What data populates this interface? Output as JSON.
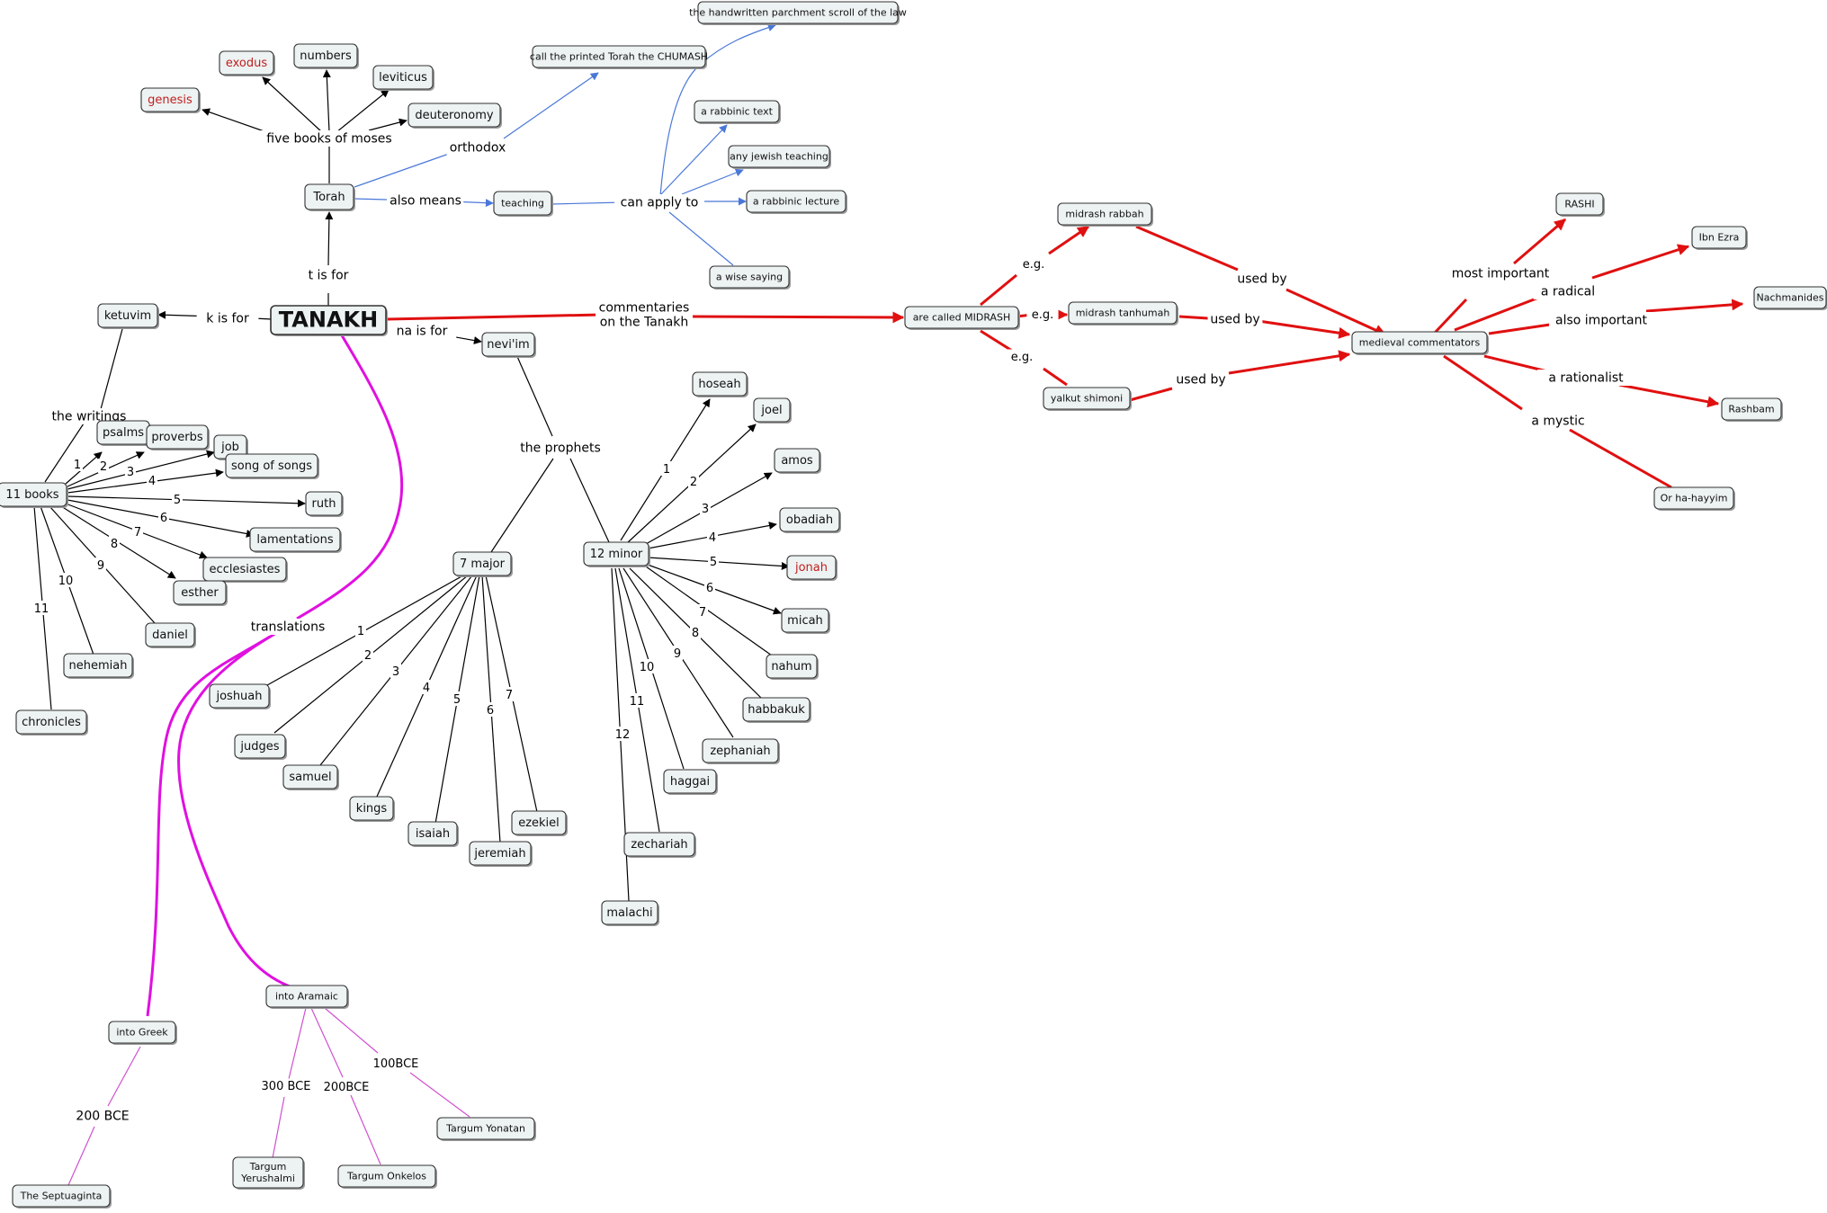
{
  "nodes": [
    {
      "id": "tanakh",
      "label": "TANAKH",
      "kind": "main"
    },
    {
      "id": "torah",
      "label": "Torah"
    },
    {
      "id": "ketuvim",
      "label": "ketuvim"
    },
    {
      "id": "neviim",
      "label": "nevi'im"
    },
    {
      "id": "exodus",
      "label": "exodus",
      "red": true
    },
    {
      "id": "genesis",
      "label": "genesis",
      "red": true
    },
    {
      "id": "numbers",
      "label": "numbers"
    },
    {
      "id": "leviticus",
      "label": "leviticus"
    },
    {
      "id": "deuteronomy",
      "label": "deuteronomy"
    },
    {
      "id": "teaching",
      "label": "teaching",
      "kind": "small"
    },
    {
      "id": "chumash",
      "label": "call the printed Torah the CHUMASH",
      "kind": "small"
    },
    {
      "id": "scroll",
      "label": "the handwritten parchment scroll of the law",
      "kind": "small"
    },
    {
      "id": "rabbinic-text",
      "label": "a rabbinic text",
      "kind": "small"
    },
    {
      "id": "jewish-teaching",
      "label": "any jewish teaching",
      "kind": "small"
    },
    {
      "id": "rabbinic-lecture",
      "label": "a rabbinic lecture",
      "kind": "small"
    },
    {
      "id": "wise-saying",
      "label": "a wise saying",
      "kind": "small"
    },
    {
      "id": "11-books",
      "label": "11 books"
    },
    {
      "id": "psalms",
      "label": "psalms"
    },
    {
      "id": "proverbs",
      "label": "proverbs"
    },
    {
      "id": "job",
      "label": "job"
    },
    {
      "id": "song-of-songs",
      "label": "song of songs"
    },
    {
      "id": "ruth",
      "label": "ruth"
    },
    {
      "id": "lamentations",
      "label": "lamentations"
    },
    {
      "id": "ecclesiastes",
      "label": "ecclesiastes"
    },
    {
      "id": "esther",
      "label": "esther"
    },
    {
      "id": "daniel",
      "label": "daniel"
    },
    {
      "id": "nehemiah",
      "label": "nehemiah"
    },
    {
      "id": "chronicles",
      "label": "chronicles"
    },
    {
      "id": "7-major",
      "label": "7 major"
    },
    {
      "id": "12-minor",
      "label": "12 minor"
    },
    {
      "id": "joshuah",
      "label": "joshuah"
    },
    {
      "id": "judges",
      "label": "judges"
    },
    {
      "id": "samuel",
      "label": "samuel"
    },
    {
      "id": "kings",
      "label": "kings"
    },
    {
      "id": "isaiah",
      "label": "isaiah"
    },
    {
      "id": "jeremiah",
      "label": "jeremiah"
    },
    {
      "id": "ezekiel",
      "label": "ezekiel"
    },
    {
      "id": "hoseah",
      "label": "hoseah"
    },
    {
      "id": "joel",
      "label": "joel"
    },
    {
      "id": "amos",
      "label": "amos"
    },
    {
      "id": "obadiah",
      "label": "obadiah"
    },
    {
      "id": "jonah",
      "label": "jonah",
      "red": true
    },
    {
      "id": "micah",
      "label": "micah"
    },
    {
      "id": "nahum",
      "label": "nahum"
    },
    {
      "id": "habbakuk",
      "label": "habbakuk"
    },
    {
      "id": "zephaniah",
      "label": "zephaniah"
    },
    {
      "id": "haggai",
      "label": "haggai"
    },
    {
      "id": "zechariah",
      "label": "zechariah"
    },
    {
      "id": "malachi",
      "label": "malachi"
    },
    {
      "id": "into-aramaic",
      "label": "into Aramaic",
      "kind": "small"
    },
    {
      "id": "into-greek",
      "label": "into Greek",
      "kind": "small"
    },
    {
      "id": "septuaginta",
      "label": "The Septuaginta",
      "kind": "small"
    },
    {
      "id": "targum-yerushalmi",
      "label": [
        "Targum",
        "Yerushalmi"
      ],
      "kind": "small"
    },
    {
      "id": "targum-onkelos",
      "label": "Targum Onkelos",
      "kind": "small"
    },
    {
      "id": "targum-yonatan",
      "label": "Targum Yonatan",
      "kind": "small"
    },
    {
      "id": "midrash",
      "label": "are called MIDRASH",
      "kind": "small"
    },
    {
      "id": "midrash-rabbah",
      "label": "midrash rabbah",
      "kind": "small"
    },
    {
      "id": "midrash-tanhumah",
      "label": "midrash tanhumah",
      "kind": "small"
    },
    {
      "id": "yalkut-shimoni",
      "label": "yalkut shimoni",
      "kind": "small"
    },
    {
      "id": "medieval",
      "label": "medieval commentators",
      "kind": "small"
    },
    {
      "id": "rashi",
      "label": "RASHI",
      "kind": "small"
    },
    {
      "id": "ibn-ezra",
      "label": "Ibn Ezra",
      "kind": "small"
    },
    {
      "id": "nachmanides",
      "label": "Nachmanides",
      "kind": "small"
    },
    {
      "id": "rashbam",
      "label": "Rashbam",
      "kind": "small"
    },
    {
      "id": "or-ha-hayyim",
      "label": "Or ha-hayyim",
      "kind": "small"
    }
  ],
  "links": [
    {
      "id": "l-t",
      "text": "t is for"
    },
    {
      "id": "l-k",
      "text": "k is for"
    },
    {
      "id": "l-na",
      "text": "na is for"
    },
    {
      "id": "l-five",
      "text": "five books of moses"
    },
    {
      "id": "l-also-means",
      "text": "also means"
    },
    {
      "id": "l-orthodox",
      "text": "orthodox"
    },
    {
      "id": "l-can-apply",
      "text": "can apply to"
    },
    {
      "id": "l-writings",
      "text": "the writings"
    },
    {
      "id": "l-prophets",
      "text": "the prophets"
    },
    {
      "id": "l-commentaries",
      "text": [
        "commentaries",
        "on the Tanakh"
      ]
    },
    {
      "id": "l-translations",
      "text": "translations"
    },
    {
      "id": "l-eg1",
      "text": "e.g."
    },
    {
      "id": "l-eg2",
      "text": "e.g."
    },
    {
      "id": "l-eg3",
      "text": "e.g."
    },
    {
      "id": "l-usedby1",
      "text": "used by"
    },
    {
      "id": "l-usedby2",
      "text": "used by"
    },
    {
      "id": "l-usedby3",
      "text": "used by"
    },
    {
      "id": "l-most-important",
      "text": "most important"
    },
    {
      "id": "l-radical",
      "text": "a radical"
    },
    {
      "id": "l-also-important",
      "text": "also important"
    },
    {
      "id": "l-rationalist",
      "text": "a rationalist"
    },
    {
      "id": "l-mystic",
      "text": "a mystic"
    },
    {
      "id": "l-200bce-greek",
      "text": "200 BCE"
    },
    {
      "id": "l-300bce",
      "text": "300 BCE"
    },
    {
      "id": "l-200bce",
      "text": "200BCE"
    },
    {
      "id": "l-100bce",
      "text": "100BCE"
    }
  ],
  "numbers": {
    "writings": [
      "1",
      "2",
      "3",
      "4",
      "5",
      "6",
      "7",
      "8",
      "9",
      "10",
      "11"
    ],
    "major": [
      "1",
      "2",
      "3",
      "4",
      "5",
      "6",
      "7"
    ],
    "minor": [
      "1",
      "2",
      "3",
      "4",
      "5",
      "6",
      "7",
      "8",
      "9",
      "10",
      "11",
      "12"
    ]
  },
  "colors": {
    "black": "#000000",
    "blue": "#4a78d8",
    "red": "#e01010",
    "magenta": "#e010e0",
    "pink": "#d050d0",
    "node_fill": "#edf2f2",
    "node_border": "#333333",
    "red_text": "#c02020"
  }
}
